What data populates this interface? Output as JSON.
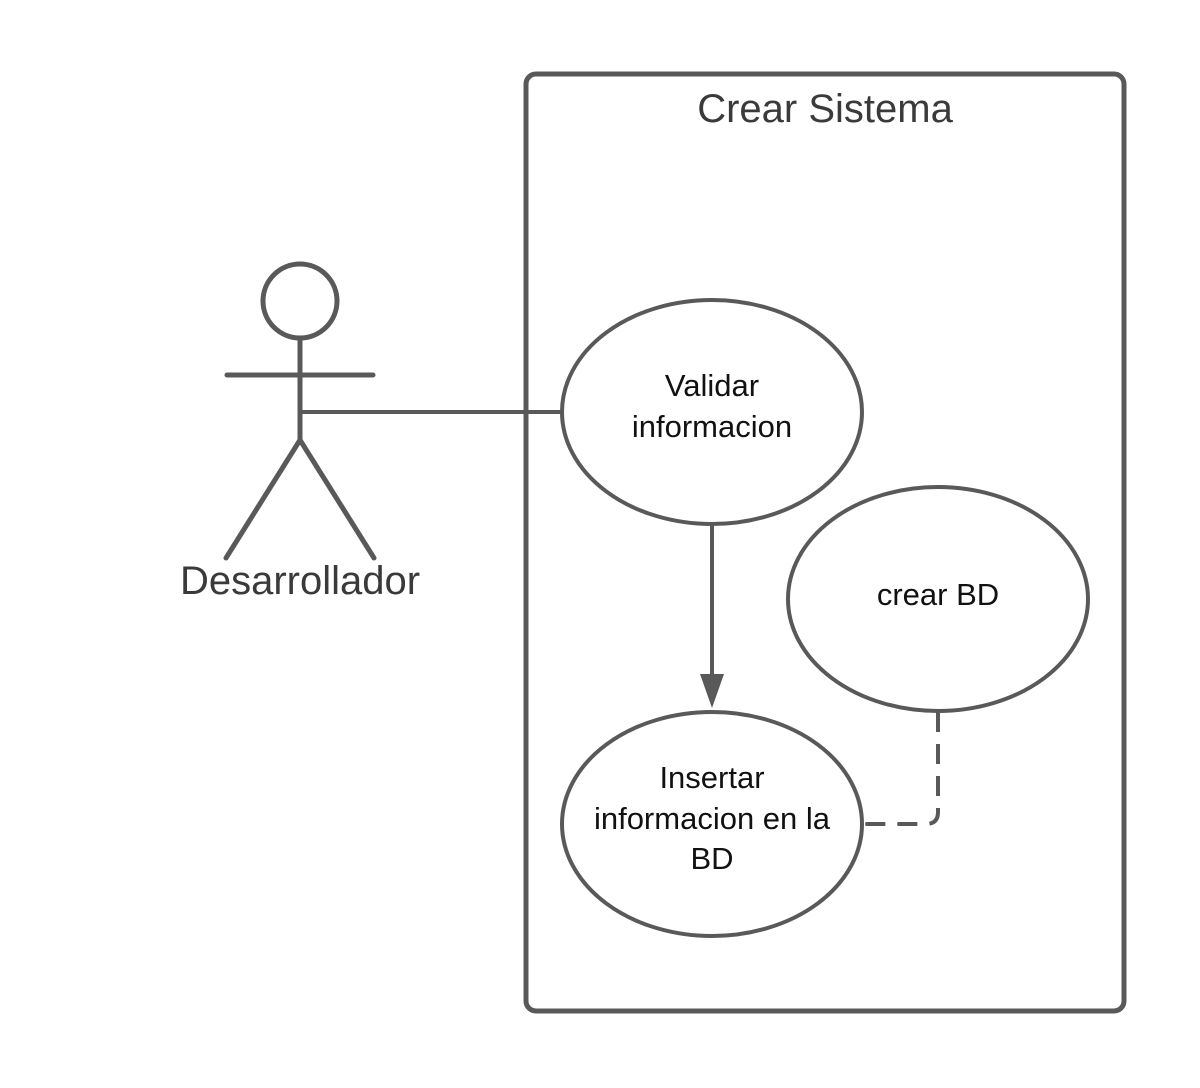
{
  "system": {
    "title": "Crear Sistema"
  },
  "actor": {
    "label": "Desarrollador"
  },
  "use_cases": {
    "validar": {
      "line1": "Validar",
      "line2": "informacion"
    },
    "crear_bd": {
      "line1": "crear BD"
    },
    "insertar": {
      "line1": "Insertar",
      "line2": "informacion en la",
      "line3": "BD"
    }
  },
  "relationships": [
    {
      "from": "Desarrollador",
      "to": "Validar informacion",
      "style": "solid"
    },
    {
      "from": "Validar informacion",
      "to": "Insertar informacion en la BD",
      "style": "solid-arrow"
    },
    {
      "from": "crear BD",
      "to": "Insertar informacion en la BD",
      "style": "dashed"
    }
  ],
  "colors": {
    "line": "#595959",
    "boundary_text": "#3a3a3a",
    "use_case_text": "#111111",
    "background": "#ffffff"
  }
}
